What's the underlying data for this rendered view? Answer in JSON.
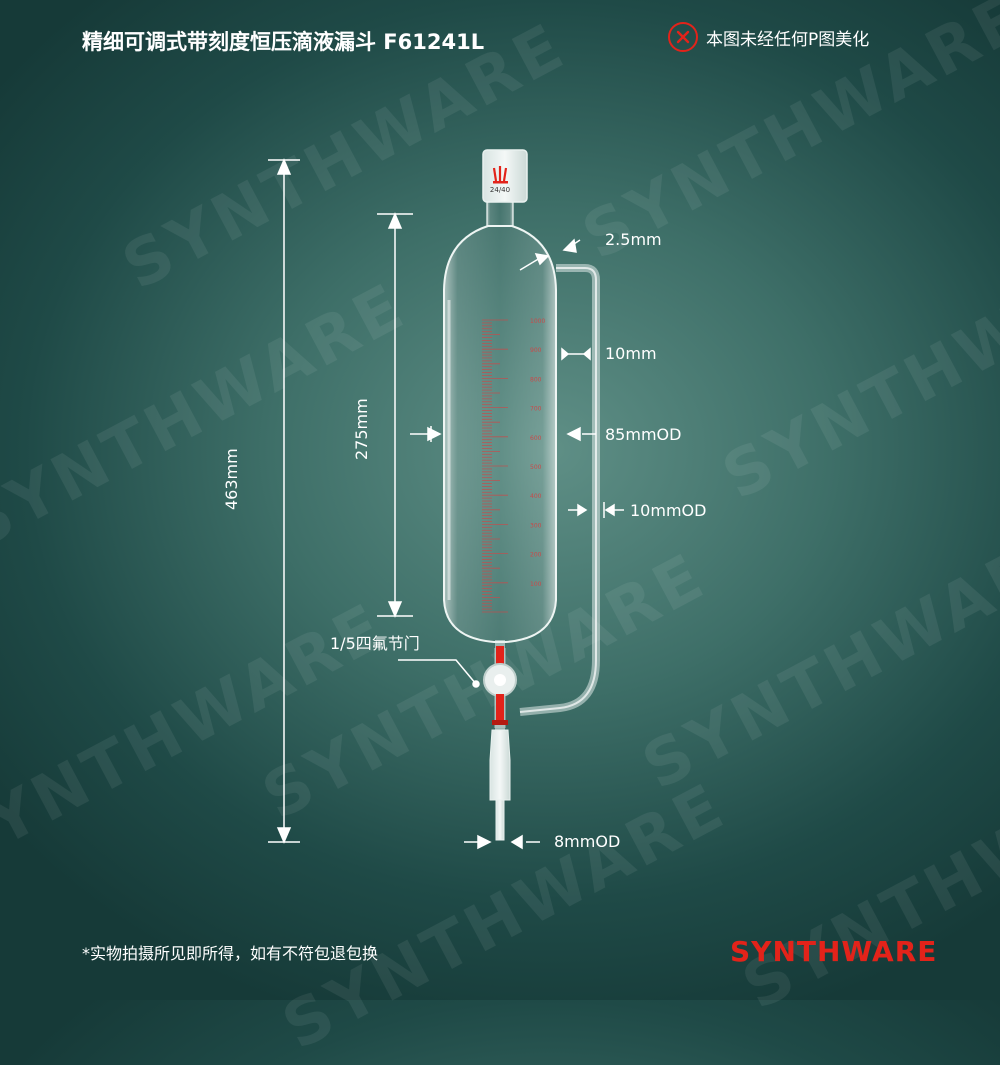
{
  "header": {
    "title": "精细可调式带刻度恒压滴液漏斗 F61241L",
    "notice": "本图未经任何P图美化"
  },
  "product": {
    "joint_label": "24/40",
    "scale_marks": [
      "1000",
      "900",
      "800",
      "700",
      "600",
      "500",
      "400",
      "300",
      "200",
      "100"
    ]
  },
  "dimensions": {
    "total_height": "463mm",
    "body_height": "275mm",
    "wall_thickness": "2.5mm",
    "tube_gap": "10mm",
    "body_od": "85mmOD",
    "side_tube_od": "10mmOD",
    "stopcock": "1/5四氟节门",
    "stem_od": "8mmOD"
  },
  "footer": {
    "note": "*实物拍摄所见即所得，如有不符包退包换",
    "brand": "SYNTHWARE"
  },
  "watermark": {
    "text": "SYNTHWARE"
  },
  "colors": {
    "accent": "#e2231a",
    "background": "#3e6f68"
  }
}
